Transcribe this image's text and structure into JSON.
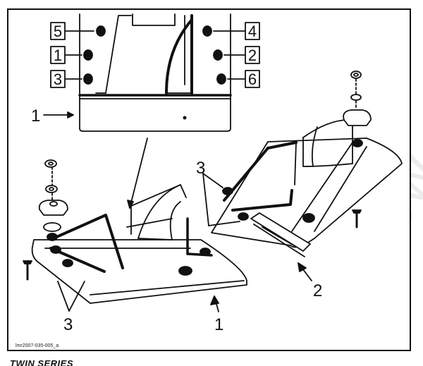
{
  "callouts": {
    "detail_5": "5",
    "detail_1": "1",
    "detail_3": "3",
    "detail_4": "4",
    "detail_2": "2",
    "detail_6": "6",
    "rear_label": "1",
    "left_bolt_label": "3",
    "left_body_label": "1",
    "right_bolt_label": "3",
    "right_rail_label": "2"
  },
  "figure_code": "lmr2007-035-005_a",
  "series_caption": "TWIN SERIES",
  "watermark": "ow"
}
